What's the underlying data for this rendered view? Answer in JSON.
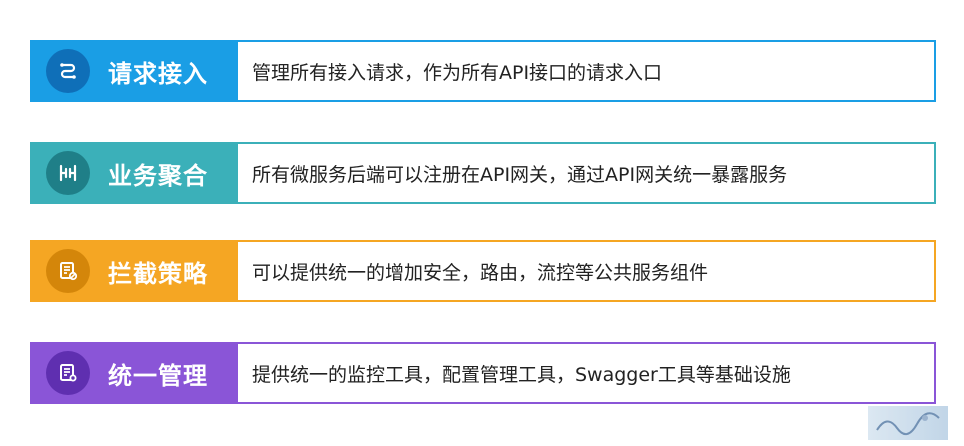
{
  "rows": [
    {
      "title": "请求接入",
      "desc": "管理所有接入请求，作为所有API接口的请求入口",
      "color": "#1a9ee5",
      "dark": "#0f6fb8",
      "icon": "flow-icon"
    },
    {
      "title": "业务聚合",
      "desc": "所有微服务后端可以注册在API网关，通过API网关统一暴露服务",
      "color": "#3bb0b9",
      "dark": "#1f7f88",
      "icon": "merge-icon"
    },
    {
      "title": "拦截策略",
      "desc": "可以提供统一的增加安全，路由，流控等公共服务组件",
      "color": "#f5a623",
      "dark": "#d4860a",
      "icon": "policy-icon"
    },
    {
      "title": "统一管理",
      "desc": "提供统一的监控工具，配置管理工具，Swagger工具等基础设施",
      "color": "#8a55d7",
      "dark": "#5f2fb0",
      "icon": "manage-icon"
    }
  ]
}
